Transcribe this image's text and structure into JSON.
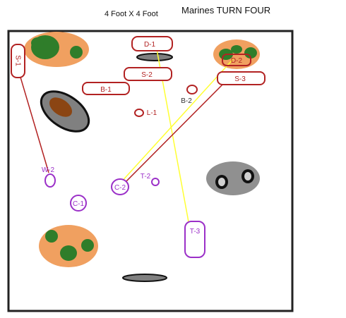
{
  "header": {
    "size": "4 Foot X 4 Foot",
    "turn": "Marines TURN FOUR"
  },
  "colors": {
    "terrain_orange": "#f0a060",
    "terrain_green": "#2f7d2a",
    "rock_gray": "#808080",
    "unit_red": "#b22222",
    "unit_purple": "#9b30c8",
    "line_yellow": "#ffff33",
    "line_red": "#b22222"
  },
  "units": {
    "s1": "S-1",
    "d1": "D-1",
    "d2": "D-2",
    "s2": "S-2",
    "s3": "S-3",
    "b1": "B-1",
    "b2": "B-2",
    "l1": "L-1",
    "w2": "W-2",
    "c2": "C-2",
    "t2": "T-2",
    "c1": "C-1",
    "t3": "T-3"
  }
}
